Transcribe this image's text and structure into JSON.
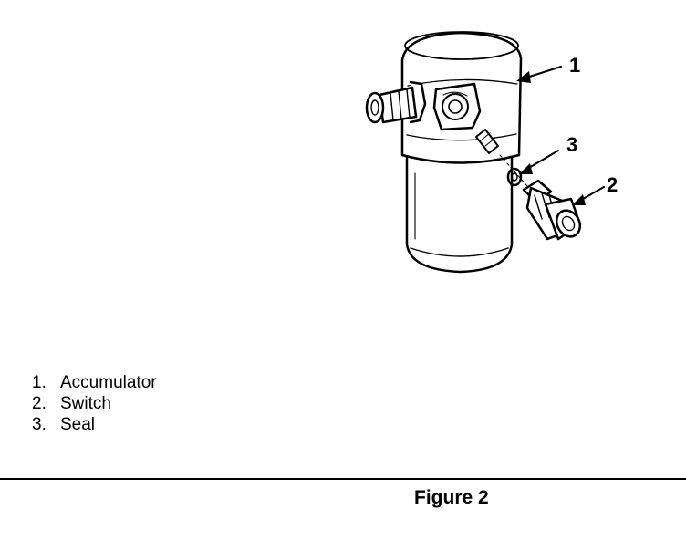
{
  "callouts": {
    "accumulator": "1",
    "switch": "2",
    "seal": "3"
  },
  "legend": [
    {
      "num": "1.",
      "label": "Accumulator"
    },
    {
      "num": "2.",
      "label": "Switch"
    },
    {
      "num": "3.",
      "label": "Seal"
    }
  ],
  "caption": "Figure 2",
  "colors": {
    "ink": "#000000",
    "paper": "#ffffff"
  }
}
